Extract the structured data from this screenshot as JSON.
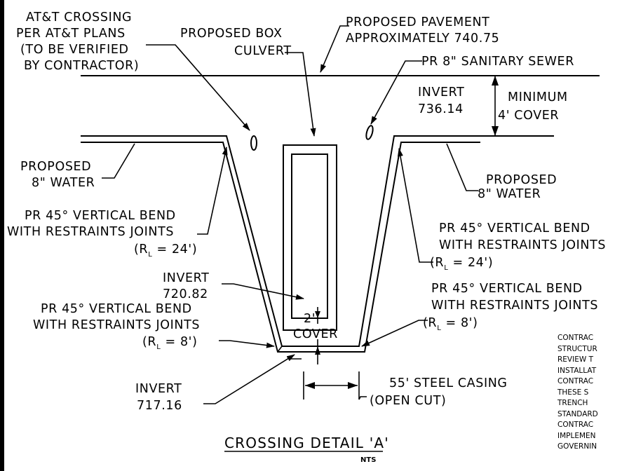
{
  "labels": {
    "att_1": "AT&T CROSSING",
    "att_2": "PER AT&T PLANS",
    "att_3": "(TO BE VERIFIED",
    "att_4": "BY CONTRACTOR)",
    "box_1": "PROPOSED BOX",
    "box_2": "CULVERT",
    "pave_1": "PROPOSED PAVEMENT",
    "pave_2": "APPROXIMATELY 740.75",
    "sewer": "PR 8\" SANITARY SEWER",
    "invert_top_1": "INVERT",
    "invert_top_2": "736.14",
    "cover_1": "MINIMUM",
    "cover_2": "4' COVER",
    "water_l_1": "PROPOSED",
    "water_l_2": "8\" WATER",
    "water_r_1": "PROPOSED",
    "water_r_2": "8\" WATER",
    "bend_ul_1": "PR 45° VERTICAL BEND",
    "bend_ul_2": "WITH RESTRAINTS JOINTS",
    "bend_ul_3a": "(R",
    "bend_ul_3b": "L",
    "bend_ul_3c": " = 24')",
    "bend_ur_1": "PR 45° VERTICAL BEND",
    "bend_ur_2": "WITH RESTRAINTS JOINTS",
    "bend_ur_3a": "(R",
    "bend_ur_3b": "L",
    "bend_ur_3c": " = 24')",
    "invert_mid_1": "INVERT",
    "invert_mid_2": "720.82",
    "bend_lr_1": "PR 45° VERTICAL BEND",
    "bend_lr_2": "WITH RESTRAINTS JOINTS",
    "bend_lr_3a": "(R",
    "bend_lr_3b": "L",
    "bend_lr_3c": " = 8')",
    "bend_ll_1": "PR 45° VERTICAL BEND",
    "bend_ll_2": "WITH RESTRAINTS JOINTS",
    "bend_ll_3a": "(R",
    "bend_ll_3b": "L",
    "bend_ll_3c": " = 8')",
    "cover2_1": "2'",
    "cover2_2": "COVER",
    "invert_bot_1": "INVERT",
    "invert_bot_2": "717.16",
    "casing_1": "55' STEEL CASING",
    "casing_2": "(OPEN CUT)",
    "title": "CROSSING DETAIL 'A'",
    "nts": "NTS"
  },
  "notes": [
    "CONTRAC",
    "STRUCTUR",
    "REVIEW T",
    "INSTALLAT",
    "CONTRAC",
    "THESE S",
    "TRENCH",
    "STANDARD",
    "CONTRAC",
    "IMPLEMEN",
    "GOVERNIN"
  ]
}
